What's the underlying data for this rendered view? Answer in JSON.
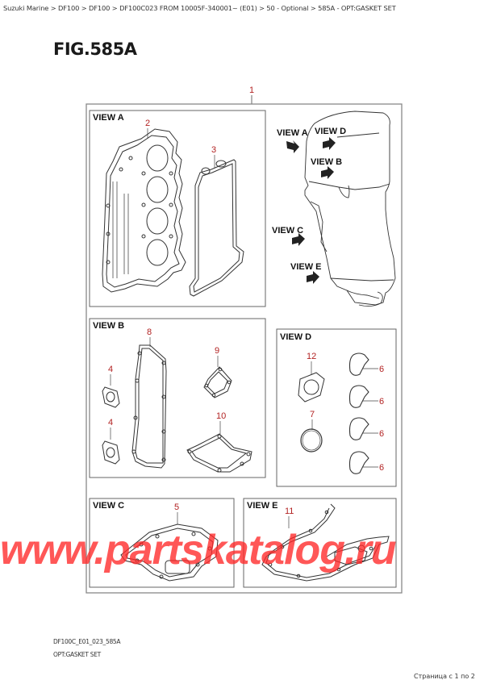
{
  "breadcrumb": {
    "text": "Suzuki Marine > DF100 > DF100 > DF100C023 FROM 10005F-340001~ (E01) > 50 - Optional > 585A - OPT:GASKET SET",
    "items": [
      "Suzuki Marine",
      "DF100",
      "DF100",
      "DF100C023 FROM 10005F-340001~ (E01)",
      "50 - Optional",
      "585A - OPT:GASKET SET"
    ]
  },
  "figure": {
    "title": "FIG.585A",
    "set_callout": "1",
    "views": {
      "view_a": {
        "label": "VIEW A",
        "callouts": [
          "2",
          "3"
        ]
      },
      "view_b": {
        "label": "VIEW B",
        "callouts": [
          "8",
          "9",
          "4",
          "4",
          "10"
        ]
      },
      "view_d": {
        "label": "VIEW D",
        "callouts": [
          "12",
          "7",
          "6",
          "6",
          "6",
          "6"
        ]
      },
      "view_c": {
        "label": "VIEW C",
        "callouts": [
          "5"
        ]
      },
      "view_e": {
        "label": "VIEW E",
        "callouts": [
          "11"
        ]
      }
    },
    "motor_view_labels": [
      "VIEW A",
      "VIEW D",
      "VIEW B",
      "VIEW C",
      "VIEW E"
    ]
  },
  "footer": {
    "code": "DF100C_E01_023_585A",
    "name": "OPT:GASKET SET",
    "page": "Страница с 1 по 2"
  },
  "watermark": "www.partskatalog.ru",
  "colors": {
    "callout": "#b22222",
    "frame": "#777777",
    "watermark": "#ff2828"
  }
}
